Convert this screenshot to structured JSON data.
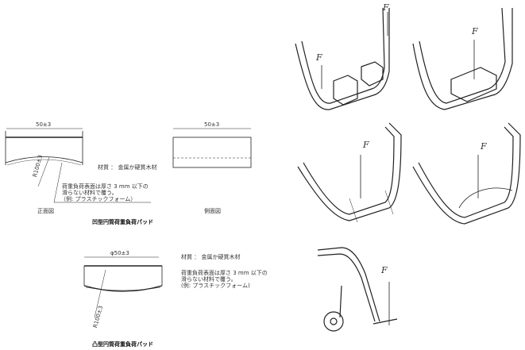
{
  "concave_pad": {
    "title": "凹型円筒荷重負荷パッド",
    "width_dim": "50±3",
    "side_width_dim": "50±3",
    "radius_dim": "R100±3",
    "material": "材質 ： 金属か硬質木材",
    "note_lines": [
      "荷重負荷表面は厚さ 3 mm 以下の",
      "滑らない材料で覆う。",
      "（例: プラスチックフォーム）"
    ],
    "front_view": "正面図",
    "side_view": "側面図"
  },
  "convex_pad": {
    "title": "凸型円筒荷重負荷パッド",
    "width_dim": "φ50±3",
    "radius_dim": "R100±3",
    "material": "材質 ： 金属か硬質木材",
    "note_lines": [
      "荷重負荷表面は厚さ 3 mm 以下の",
      "滑らない材料で覆う。",
      "(例: プラスチックフォーム)"
    ]
  },
  "force_label": "F"
}
